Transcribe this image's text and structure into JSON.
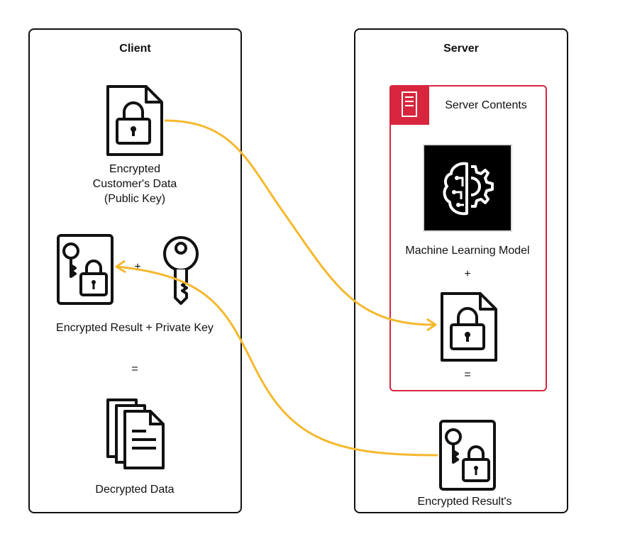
{
  "client": {
    "title": "Client",
    "encrypted_data_label": "Encrypted\nCustomer's Data\n(Public Key)",
    "plus": "+",
    "encrypted_result_label": "Encrypted Result + Private Key",
    "equals": "=",
    "decrypted_label": "Decrypted Data"
  },
  "server": {
    "title": "Server",
    "contents_title": "Server Contents",
    "model_label": "Machine Learning Model",
    "plus": "+",
    "equals": "=",
    "result_label": "Encrypted Result's"
  },
  "colors": {
    "arrow": "#f5b82e",
    "server_contents": "#d7263d",
    "model_bg": "#000000",
    "icon_stroke": "#111111"
  },
  "icons": [
    "locked-document-icon",
    "key-lock-document-icon",
    "key-icon",
    "documents-stack-icon",
    "server-icon",
    "brain-gear-icon"
  ]
}
